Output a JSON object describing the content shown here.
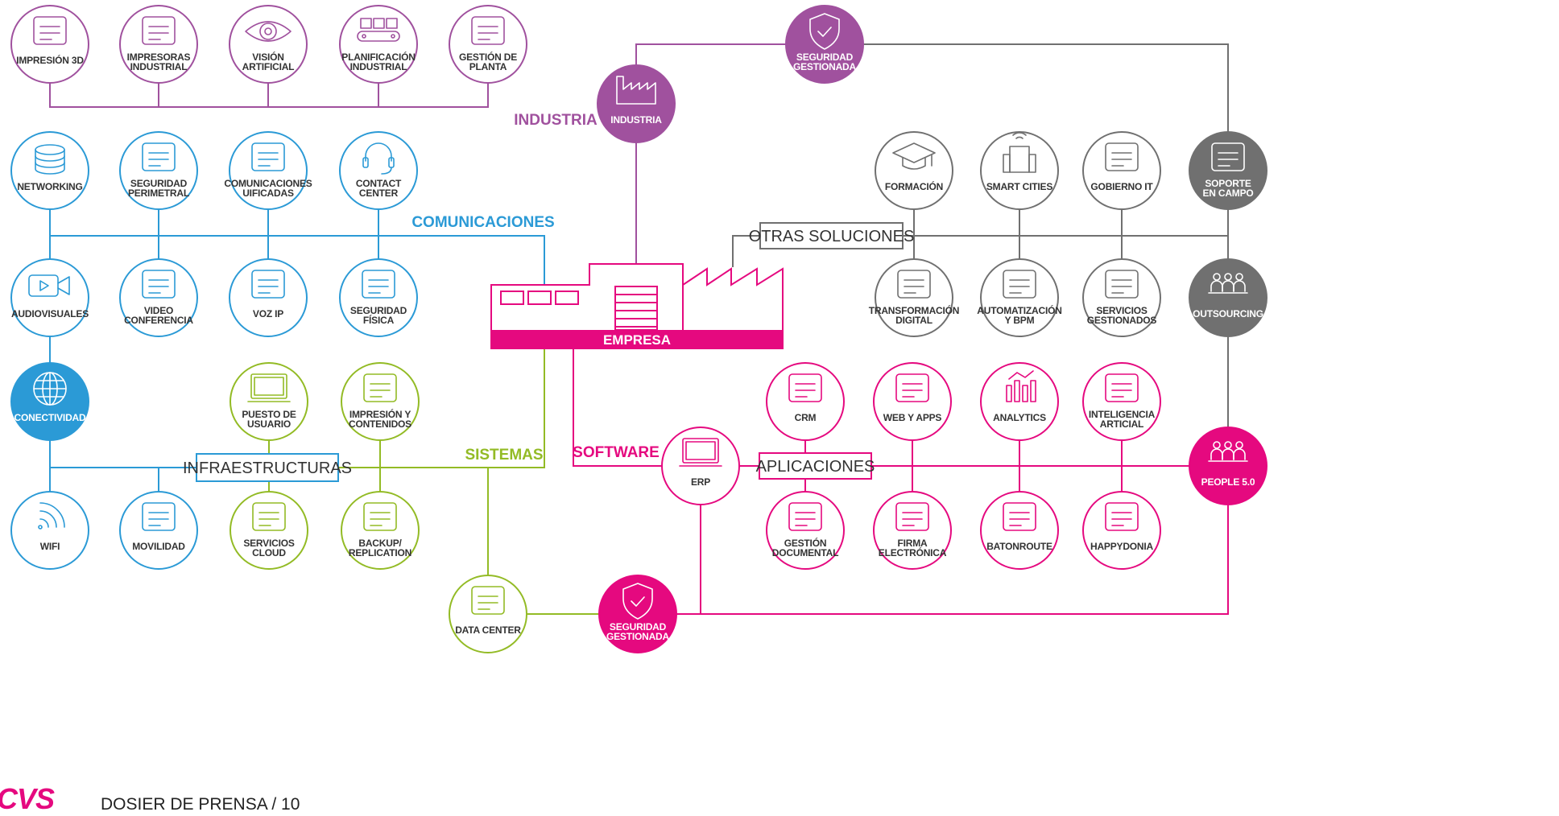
{
  "colors": {
    "industria": "#a0519e",
    "comunicaciones": "#2b9ad6",
    "sistemas": "#93bb25",
    "software": "#e5097f",
    "otras": "#707070"
  },
  "sections": {
    "industria": "INDUSTRIA",
    "comunicaciones": "COMUNICACIONES",
    "sistemas": "SISTEMAS",
    "software": "SOFTWARE"
  },
  "boxes": {
    "otras": "OTRAS SOLUCIONES",
    "infraestructuras": "INFRAESTRUCTURAS",
    "aplicaciones": "APLICACIONES"
  },
  "empresa": "EMPRESA",
  "nodes": [
    {
      "id": "impresion3d",
      "lines": [
        "IMPRESIÓN 3D"
      ],
      "group": "industria",
      "icon": "3d-printer-icon"
    },
    {
      "id": "impresoras",
      "lines": [
        "IMPRESORAS",
        "INDUSTRIAL"
      ],
      "group": "industria",
      "icon": "industrial-printer-icon"
    },
    {
      "id": "vision",
      "lines": [
        "VISIÓN",
        "ARTIFICIAL"
      ],
      "group": "industria",
      "icon": "eye-icon"
    },
    {
      "id": "planificacion",
      "lines": [
        "PLANIFICACIÓN",
        "INDUSTRIAL"
      ],
      "group": "industria",
      "icon": "conveyor-icon"
    },
    {
      "id": "gestionplanta",
      "lines": [
        "GESTIÓN DE",
        "PLANTA"
      ],
      "group": "industria",
      "icon": "gear-person-icon"
    },
    {
      "id": "industria",
      "lines": [
        "INDUSTRIA"
      ],
      "group": "industria",
      "icon": "factory-icon",
      "filled": true
    },
    {
      "id": "seg_top",
      "lines": [
        "SEGURIDAD",
        "GESTIONADA"
      ],
      "group": "industria",
      "icon": "shield-check-icon",
      "filled": true
    },
    {
      "id": "networking",
      "lines": [
        "NETWORKING"
      ],
      "group": "comunicaciones",
      "icon": "database-icon"
    },
    {
      "id": "segperimetral",
      "lines": [
        "SEGURIDAD",
        "PERIMETRAL"
      ],
      "group": "comunicaciones",
      "icon": "brick-wall-icon"
    },
    {
      "id": "comunicaciones",
      "lines": [
        "COMUNICACIONES",
        "UIFICADAS"
      ],
      "group": "comunicaciones",
      "icon": "network-nodes-icon"
    },
    {
      "id": "contact",
      "lines": [
        "CONTACT",
        "CENTER"
      ],
      "group": "comunicaciones",
      "icon": "headset-icon"
    },
    {
      "id": "audiovisuales",
      "lines": [
        "AUDIOVISUALES"
      ],
      "group": "comunicaciones",
      "icon": "video-camera-icon"
    },
    {
      "id": "videoconf",
      "lines": [
        "VIDEO",
        "CONFERENCIA"
      ],
      "group": "comunicaciones",
      "icon": "video-conference-icon"
    },
    {
      "id": "vozip",
      "lines": [
        "VOZ IP"
      ],
      "group": "comunicaciones",
      "icon": "phone-icon"
    },
    {
      "id": "segfisica",
      "lines": [
        "SEGURIDAD",
        "FÍSICA"
      ],
      "group": "comunicaciones",
      "icon": "cctv-camera-icon"
    },
    {
      "id": "conectividad",
      "lines": [
        "CONECTIVIDAD"
      ],
      "group": "comunicaciones",
      "icon": "globe-icon",
      "filled": true
    },
    {
      "id": "wifi",
      "lines": [
        "WIFI"
      ],
      "group": "comunicaciones",
      "icon": "wifi-icon"
    },
    {
      "id": "movilidad",
      "lines": [
        "MOVILIDAD"
      ],
      "group": "comunicaciones",
      "icon": "devices-icon"
    },
    {
      "id": "puesto",
      "lines": [
        "PUESTO DE",
        "USUARIO"
      ],
      "group": "sistemas",
      "icon": "monitor-icon"
    },
    {
      "id": "impresioncont",
      "lines": [
        "IMPRESIÓN Y",
        "CONTENIDOS"
      ],
      "group": "sistemas",
      "icon": "copier-icon"
    },
    {
      "id": "cloud",
      "lines": [
        "SERVICIOS",
        "CLOUD"
      ],
      "group": "sistemas",
      "icon": "cloud-shield-icon"
    },
    {
      "id": "backup",
      "lines": [
        "BACKUP/",
        "REPLICATION"
      ],
      "group": "sistemas",
      "icon": "backup-icon"
    },
    {
      "id": "datacenter",
      "lines": [
        "DATA CENTER"
      ],
      "group": "sistemas",
      "icon": "server-icon"
    },
    {
      "id": "seg_bottom",
      "lines": [
        "SEGURIDAD",
        "GESTIONADA"
      ],
      "group": "software",
      "icon": "shield-check-icon",
      "filled": true
    },
    {
      "id": "erp",
      "lines": [
        "ERP"
      ],
      "group": "software",
      "icon": "monitor-icon"
    },
    {
      "id": "crm",
      "lines": [
        "CRM"
      ],
      "group": "software",
      "icon": "handshake-icon"
    },
    {
      "id": "webapps",
      "lines": [
        "WEB Y APPS"
      ],
      "group": "software",
      "icon": "gear-cycle-icon"
    },
    {
      "id": "analytics",
      "lines": [
        "ANALYTICS"
      ],
      "group": "software",
      "icon": "bar-chart-icon"
    },
    {
      "id": "ia",
      "lines": [
        "INTELIGENCIA",
        "ARTICIAL"
      ],
      "group": "software",
      "icon": "brain-gear-icon"
    },
    {
      "id": "gestdoc",
      "lines": [
        "GESTIÓN",
        "DOCUMENTAL"
      ],
      "group": "software",
      "icon": "document-list-icon"
    },
    {
      "id": "firma",
      "lines": [
        "FIRMA",
        "ELECTRÓNICA"
      ],
      "group": "software",
      "icon": "signature-tablet-icon"
    },
    {
      "id": "batonroute",
      "lines": [
        "BATONROUTE"
      ],
      "group": "software",
      "icon": "bird-icon"
    },
    {
      "id": "happydonia",
      "lines": [
        "HAPPYDONIA"
      ],
      "group": "software",
      "icon": "happydonia-logo-icon"
    },
    {
      "id": "people",
      "lines": [
        "PEOPLE 5.0"
      ],
      "group": "software",
      "icon": "people-icon",
      "filled": true
    },
    {
      "id": "formacion",
      "lines": [
        "FORMACIÓN"
      ],
      "group": "otras",
      "icon": "graduation-cap-icon"
    },
    {
      "id": "smartcities",
      "lines": [
        "SMART CITIES"
      ],
      "group": "otras",
      "icon": "building-icon"
    },
    {
      "id": "gobierno",
      "lines": [
        "GOBIERNO IT"
      ],
      "group": "otras",
      "icon": "laptop-shield-icon"
    },
    {
      "id": "soporte",
      "lines": [
        "SOPORTE",
        "EN CAMPO"
      ],
      "group": "otras",
      "icon": "tools-monitor-icon",
      "filled": true
    },
    {
      "id": "transformacion",
      "lines": [
        "TRANSFORMACIÓN",
        "DIGITAL"
      ],
      "group": "otras",
      "icon": "gear-digital-icon"
    },
    {
      "id": "automatizacion",
      "lines": [
        "AUTOMATIZACIÓN",
        "Y BPM"
      ],
      "group": "otras",
      "icon": "flow-chart-icon"
    },
    {
      "id": "servgestionados",
      "lines": [
        "SERVICIOS",
        "GESTIONADOS"
      ],
      "group": "otras",
      "icon": "cloud-wrench-icon"
    },
    {
      "id": "outsourcing",
      "lines": [
        "OUTSOURCING"
      ],
      "group": "otras",
      "icon": "team-icon",
      "filled": true
    }
  ],
  "footer": {
    "logo": "CVS",
    "page": "DOSIER DE PRENSA / 10"
  }
}
